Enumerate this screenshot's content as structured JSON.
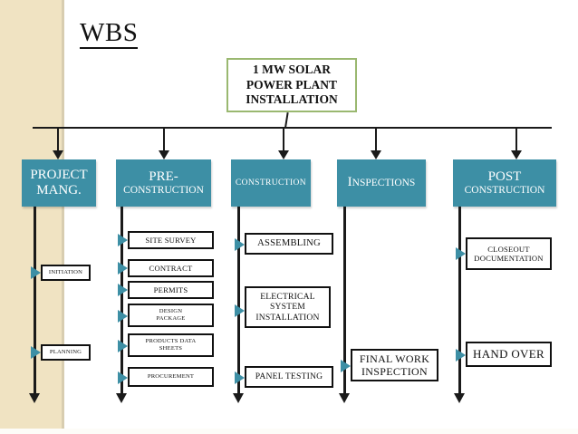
{
  "slide": {
    "title": "WBS",
    "theme": {
      "teal": "#3d8fa5",
      "sidebar": "#f0e3c2",
      "root_border": "#9ab870",
      "line": "#1a1a1a",
      "background": "#ffffff"
    }
  },
  "root": {
    "line1": "1 MW SOLAR",
    "line2": "POWER PLANT",
    "line3": "INSTALLATION"
  },
  "columns": [
    {
      "id": "project-mang",
      "line1": "PROJECT",
      "line2": "MANG.",
      "items": [
        {
          "label": "INITIATION"
        },
        {
          "label": "PLANNING"
        }
      ]
    },
    {
      "id": "pre-construction",
      "line1": "PRE-",
      "line2": "CONSTRUCTION",
      "items": [
        {
          "label": "SITE SURVEY"
        },
        {
          "label": "CONTRACT"
        },
        {
          "label": "PERMITS"
        },
        {
          "label": "DESIGN PACKAGE"
        },
        {
          "label": "PRODUCTS DATA SHEETS"
        },
        {
          "label": "PROCUREMENT"
        }
      ]
    },
    {
      "id": "construction",
      "line1": "CONSTRUCTION",
      "line2": "",
      "items": [
        {
          "label": "ASSEMBLING"
        },
        {
          "label": "ELECTRICAL SYSTEM INSTALLATION"
        },
        {
          "label": "PANEL TESTING"
        }
      ]
    },
    {
      "id": "inspections",
      "line1": "INSPECTIONS",
      "line2": "",
      "items": [
        {
          "label": "FINAL WORK INSPECTION"
        }
      ]
    },
    {
      "id": "post-construction",
      "line1": "POST",
      "line2": "CONSTRUCTION",
      "items": [
        {
          "label": "CLOSEOUT DOCUMENTATION"
        },
        {
          "label": "HAND OVER"
        }
      ]
    }
  ],
  "leaves": {
    "initiation": "INITIATION",
    "planning": "PLANNING",
    "site_survey": "SITE SURVEY",
    "contract": "CONTRACT",
    "permits": "PERMITS",
    "design_l1": "DESIGN",
    "design_l2": "PACKAGE",
    "products_l1": "PRODUCTS DATA",
    "products_l2": "SHEETS",
    "procurement": "PROCUREMENT",
    "assembling": "ASSEMBLING",
    "elec_l1": "ELECTRICAL",
    "elec_l2": "SYSTEM",
    "elec_l3": "INSTALLATION",
    "panel_testing": "PANEL TESTING",
    "final_l1": "FINAL WORK",
    "final_l2": "INSPECTION",
    "closeout_l1": "CLOSEOUT",
    "closeout_l2": "DOCUMENTATION",
    "hand_over": "HAND OVER"
  },
  "level1_labels": {
    "pm_l1": "PROJECT",
    "pm_l2": "MANG.",
    "pre_l1": "PRE-",
    "pre_l2": "CONSTRUCTION",
    "con_l1": "CONSTRUCTION",
    "insp_first": "I",
    "insp_rest": "NSPECTIONS",
    "post_l1": "POST",
    "post_l2": "CONSTRUCTION"
  }
}
